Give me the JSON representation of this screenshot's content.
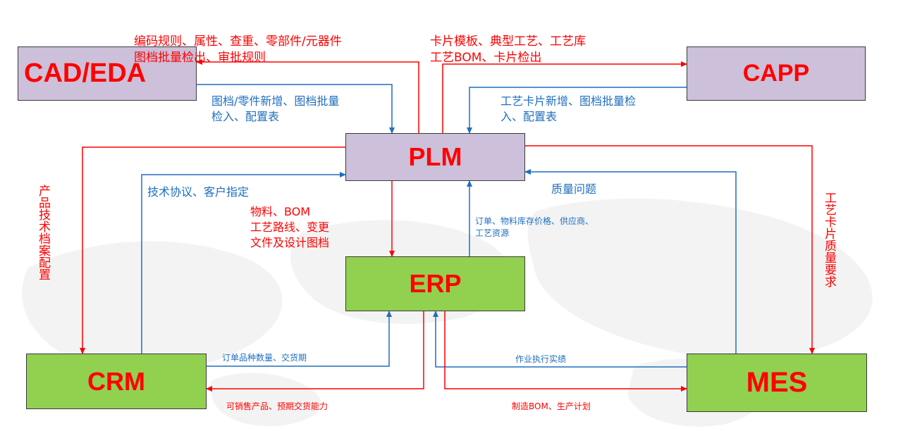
{
  "nodes": {
    "cad": "CAD/EDA",
    "capp": "CAPP",
    "plm": "PLM",
    "erp": "ERP",
    "crm": "CRM",
    "mes": "MES"
  },
  "labels": {
    "plm_to_cad_line1": "编码规则、属性、查重、零部件/元器件",
    "plm_to_cad_line2": "图档批量检出、审批规则",
    "plm_to_capp_line1": "卡片模板、典型工艺、工艺库",
    "plm_to_capp_line2": "工艺BOM、卡片检出",
    "cad_to_plm_line1": "图档/零件新增、图档批量",
    "cad_to_plm_line2": "检入、配置表",
    "capp_to_plm_line1": "工艺卡片新增、图档批量检",
    "capp_to_plm_line2": "入、配置表",
    "plm_to_crm": "产品技术档案配置",
    "crm_to_plm": "技术协议、客户指定",
    "plm_to_erp_line1": "物料、BOM",
    "plm_to_erp_line2": "工艺路线、变更",
    "plm_to_erp_line3": "文件及设计图档",
    "erp_to_plm_line1": "订单、物料库存价格、供应商、",
    "erp_to_plm_line2": "工艺资源",
    "mes_to_plm": "质量问题",
    "plm_to_mes": "工艺卡片质量要求",
    "crm_to_erp": "订单品种数量、交货期",
    "erp_to_crm": "可销售产品、预期交货能力",
    "mes_to_erp": "作业执行实绩",
    "erp_to_mes": "制造BOM、生产计划"
  },
  "colors": {
    "box_purple": "#ccc0da",
    "box_green": "#92d050",
    "node_text": "#ff0000",
    "flow_red": "#ff0000",
    "flow_blue": "#1f6fbf"
  }
}
